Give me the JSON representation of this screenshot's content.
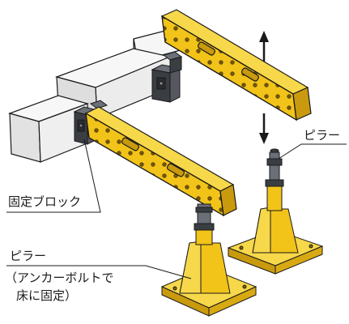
{
  "labels": {
    "fixing_block": "固定ブロック",
    "pillar_right": "ピラー",
    "pillar_left": "ピラー",
    "pillar_note_line1": "（アンカーボルトで",
    "pillar_note_line2": "床に固定）"
  },
  "icons": {
    "movement": "double-arrow-vertical-icon"
  },
  "colors": {
    "beam_yellow": "#F2C318",
    "beam_shadow": "#C99A0E",
    "steel_dark": "#3a3d42",
    "steel_mid": "#6b7078",
    "block_light": "#f4f4f4",
    "block_side": "#dcdcdc",
    "outline": "#1a1a1a"
  }
}
